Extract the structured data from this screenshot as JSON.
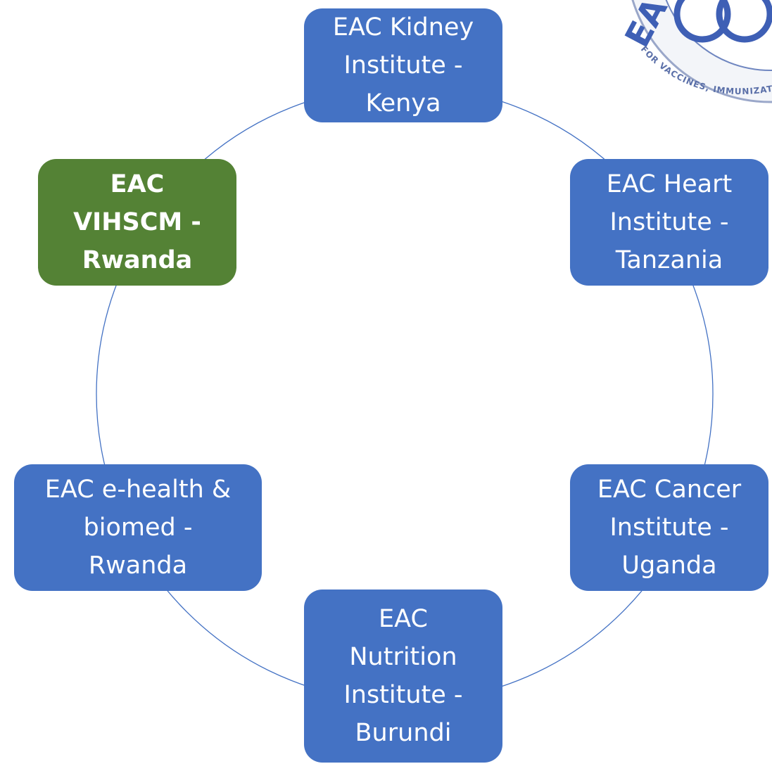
{
  "diagram": {
    "type": "cycle",
    "colors": {
      "node_default": "#4472c4",
      "node_highlight": "#548235",
      "ring": "#4472c4",
      "text": "#ffffff"
    },
    "nodes": [
      {
        "id": "kidney",
        "label": "EAC Kidney\nInstitute -\nKenya",
        "style": "default"
      },
      {
        "id": "heart",
        "label": "EAC Heart\nInstitute -\nTanzania",
        "style": "default"
      },
      {
        "id": "cancer",
        "label": "EAC Cancer\nInstitute -\nUganda",
        "style": "default"
      },
      {
        "id": "nutrition",
        "label": "EAC\nNutrition\nInstitute -\nBurundi",
        "style": "default"
      },
      {
        "id": "ehealth",
        "label": "EAC e-health &\nbiomed -\nRwanda",
        "style": "default"
      },
      {
        "id": "vihscm",
        "label": "EAC\nVIHSCM -\nRwanda",
        "style": "highlight"
      }
    ]
  },
  "logo": {
    "icon": "eac-regional-centre-logo",
    "text_top": "EA",
    "text_arc": "FOR VACCINES, IMMUNIZATION & HEALTH SUPPLY CHAIN MA"
  }
}
